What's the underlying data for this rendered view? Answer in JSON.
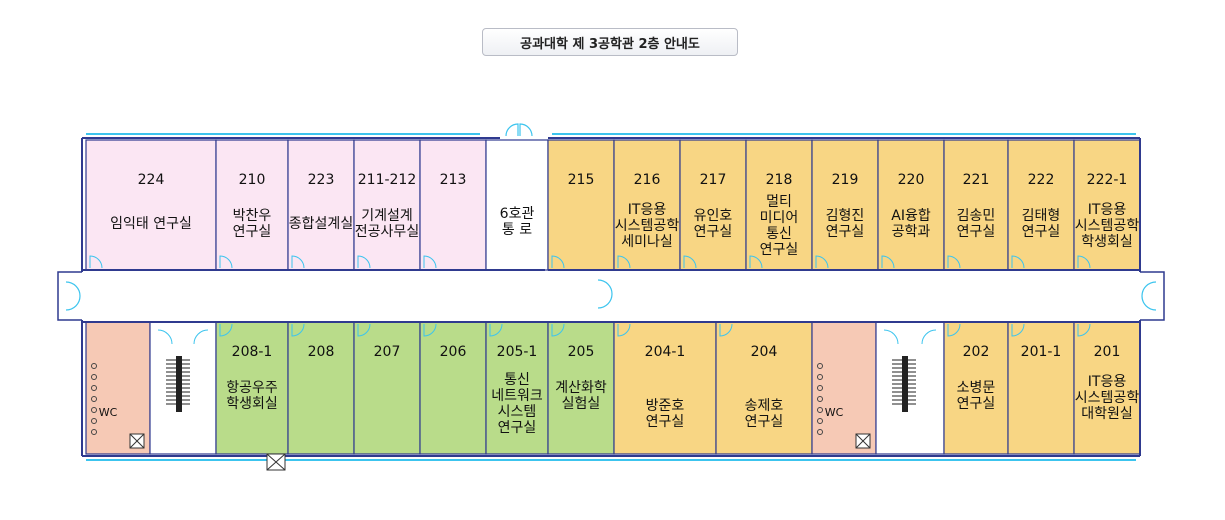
{
  "title": "공과대학 제 3공학관 2층 안내도",
  "colors": {
    "pink": "#fbe6f3",
    "yellow": "#f8d684",
    "green": "#b9dc8a",
    "salmon": "#f6c9b5",
    "wall": "#2f3a8f",
    "cyan": "#3cc4ee"
  },
  "rooms_top": [
    {
      "num": "224",
      "lines": [
        "임익태 연구실"
      ],
      "color": "pink"
    },
    {
      "num": "210",
      "lines": [
        "박찬우",
        "연구실"
      ],
      "color": "pink"
    },
    {
      "num": "223",
      "lines": [
        "종합설계실"
      ],
      "color": "pink"
    },
    {
      "num": "211-212",
      "lines": [
        "기계설계",
        "전공사무실"
      ],
      "color": "pink"
    },
    {
      "num": "213",
      "lines": [],
      "color": "pink"
    },
    {
      "num": "",
      "lines": [
        "6호관",
        "통 로"
      ],
      "color": "white"
    },
    {
      "num": "215",
      "lines": [],
      "color": "yellow"
    },
    {
      "num": "216",
      "lines": [
        "IT응용",
        "시스템공학",
        "세미나실"
      ],
      "color": "yellow"
    },
    {
      "num": "217",
      "lines": [
        "유인호",
        "연구실"
      ],
      "color": "yellow"
    },
    {
      "num": "218",
      "lines": [
        "멀티",
        "미디어",
        "통신",
        "연구실"
      ],
      "color": "yellow"
    },
    {
      "num": "219",
      "lines": [
        "김형진",
        "연구실"
      ],
      "color": "yellow"
    },
    {
      "num": "220",
      "lines": [
        "AI융합",
        "공학과"
      ],
      "color": "yellow"
    },
    {
      "num": "221",
      "lines": [
        "김송민",
        "연구실"
      ],
      "color": "yellow"
    },
    {
      "num": "222",
      "lines": [
        "김태형",
        "연구실"
      ],
      "color": "yellow"
    },
    {
      "num": "222-1",
      "lines": [
        "IT응용",
        "시스템공학",
        "학생회실"
      ],
      "color": "yellow"
    }
  ],
  "rooms_bottom": [
    {
      "num": "",
      "lines": [
        "WC"
      ],
      "color": "salmon"
    },
    {
      "num": "",
      "lines": [],
      "color": "stairs"
    },
    {
      "num": "208-1",
      "lines": [
        "항공우주",
        "학생회실"
      ],
      "color": "green"
    },
    {
      "num": "208",
      "lines": [],
      "color": "green"
    },
    {
      "num": "207",
      "lines": [],
      "color": "green"
    },
    {
      "num": "206",
      "lines": [],
      "color": "green"
    },
    {
      "num": "205-1",
      "lines": [
        "통신",
        "네트워크",
        "시스템",
        "연구실"
      ],
      "color": "green"
    },
    {
      "num": "205",
      "lines": [
        "계산화학",
        "실험실"
      ],
      "color": "green"
    },
    {
      "num": "204-1",
      "lines": [
        "방준호",
        "연구실"
      ],
      "color": "yellow"
    },
    {
      "num": "204",
      "lines": [
        "송제호",
        "연구실"
      ],
      "color": "yellow"
    },
    {
      "num": "",
      "lines": [
        "WC"
      ],
      "color": "salmon"
    },
    {
      "num": "",
      "lines": [],
      "color": "stairs"
    },
    {
      "num": "202",
      "lines": [
        "소병문",
        "연구실"
      ],
      "color": "yellow"
    },
    {
      "num": "201-1",
      "lines": [],
      "color": "yellow"
    },
    {
      "num": "201",
      "lines": [
        "IT응용",
        "시스템공학",
        "대학원실"
      ],
      "color": "yellow"
    }
  ]
}
